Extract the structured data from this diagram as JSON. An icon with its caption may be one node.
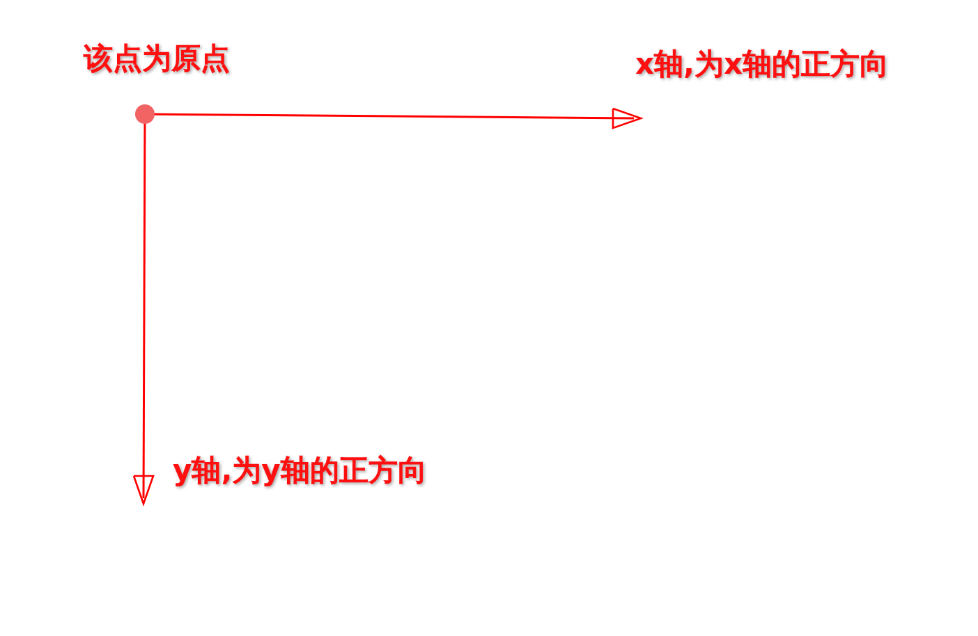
{
  "diagram": {
    "nodes": [
      {
        "text": [],
        "shape": "circle",
        "beside": [
          "该点为原点"
        ]
      }
    ],
    "labels": [
      "x轴,为x轴的正方向",
      "y轴,为y轴的正方向"
    ]
  }
}
